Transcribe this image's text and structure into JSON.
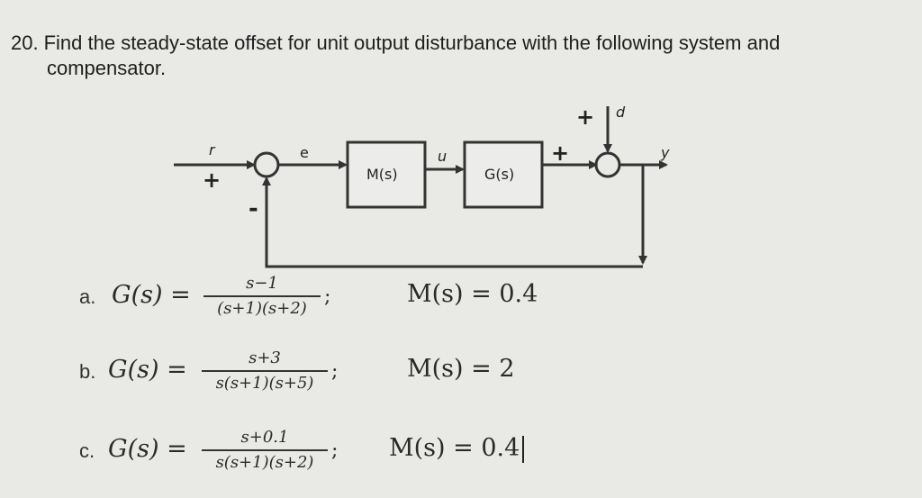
{
  "question": {
    "number": "20.",
    "line1": "Find the steady-state offset for unit output disturbance with the following system and",
    "line2": "compensator."
  },
  "diagram": {
    "r": "r",
    "e": "e",
    "u": "u",
    "d": "d",
    "y": "y",
    "plus_r": "+",
    "minus_feedback": "-",
    "plus_g": "+",
    "plus_d": "+",
    "block_m": "M(s)",
    "block_g": "G(s)"
  },
  "options": [
    {
      "letter": "a.",
      "lhs": "G(s) =",
      "num": "s−1",
      "den": "(s+1)(s+2)",
      "semi": ";",
      "m": "M(s) = 0.4"
    },
    {
      "letter": "b.",
      "lhs": "G(s) =",
      "num": "s+3",
      "den": "s(s+1)(s+5)",
      "semi": ";",
      "m": "M(s) = 2"
    },
    {
      "letter": "c.",
      "lhs": "G(s) =",
      "num": "s+0.1",
      "den": "s(s+1)(s+2)",
      "semi": ";",
      "m": "M(s) = 0.4"
    }
  ]
}
